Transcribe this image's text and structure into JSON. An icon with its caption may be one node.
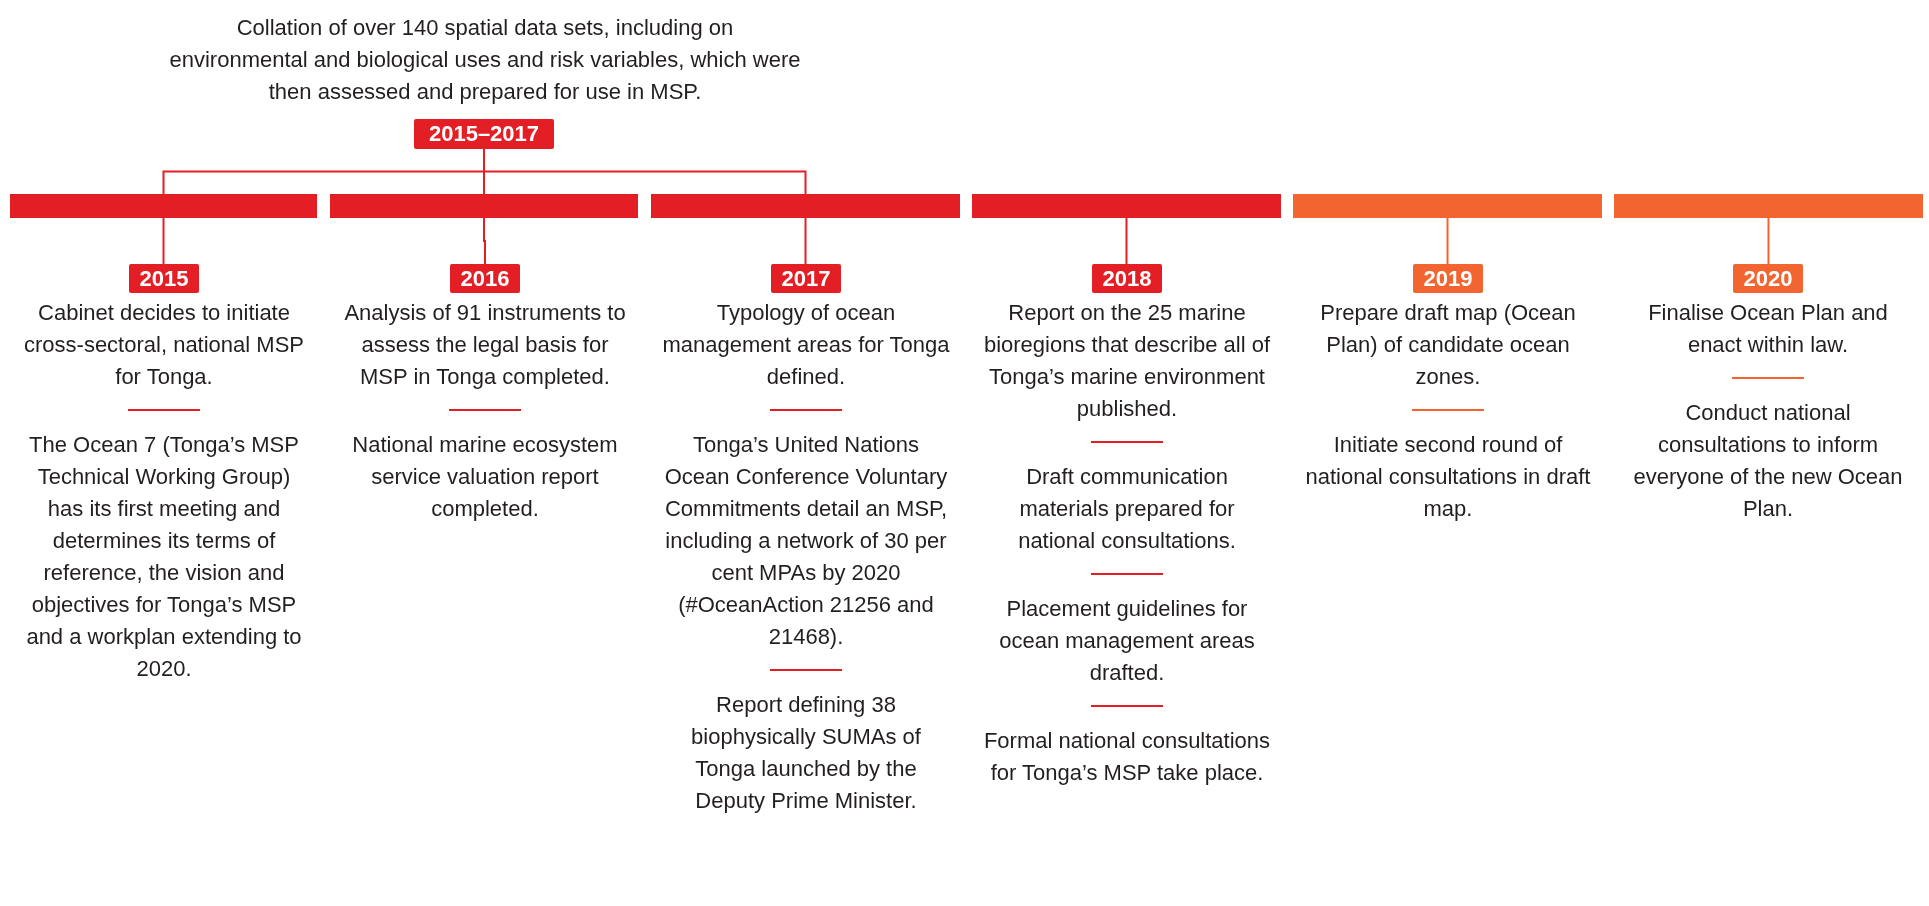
{
  "diagram": {
    "nodes": [
      {
        "text": [
          "2015–2017"
        ],
        "beside": [
          "Collation of over 140 spatial data sets, including on environmental and biological uses and risk variables, which were then assessed and prepared for use in MSP."
        ]
      },
      {
        "text": [],
        "shape": "bar"
      },
      {
        "text": [],
        "shape": "bar"
      },
      {
        "text": [],
        "shape": "bar"
      },
      {
        "text": [],
        "shape": "bar"
      },
      {
        "text": [],
        "shape": "bar"
      },
      {
        "text": [],
        "shape": "bar"
      },
      {
        "text": [
          "2015"
        ],
        "beside": [
          "Cabinet decides to initiate cross-sectoral, national MSP for Tonga.",
          "The Ocean 7 (Tonga’s MSP Technical Working Group) has its first meeting and determines its terms of reference, the vision and objectives for Tonga’s MSP and a workplan extending to 2020."
        ]
      },
      {
        "text": [
          "2016"
        ],
        "beside": [
          "Analysis of 91 instruments to assess the legal basis for MSP in Tonga completed.",
          "National marine ecosystem service valuation report completed."
        ]
      },
      {
        "text": [
          "2017"
        ],
        "beside": [
          "Typology of ocean management areas for Tonga defined.",
          "Tonga’s United Nations Ocean Conference Voluntary Commitments detail an MSP, including a network of 30 per cent MPAs by 2020 (#OceanAction 21256 and 21468).",
          "Report defining 38 biophysically SUMAs of Tonga launched by the Deputy Prime Minister."
        ]
      },
      {
        "text": [
          "2018"
        ],
        "beside": [
          "Report on the 25 marine bioregions that describe all of Tonga’s marine environment published.",
          "Draft communication materials prepared for national consultations.",
          "Placement guidelines for ocean management areas drafted.",
          "Formal national consultations for Tonga’s MSP take place."
        ]
      },
      {
        "text": [
          "2019"
        ],
        "beside": [
          "Prepare draft map (Ocean Plan) of candidate ocean zones.",
          "Initiate second round of national consultations in draft map."
        ]
      },
      {
        "text": [
          "2020"
        ],
        "beside": [
          "Finalise Ocean Plan and enact within law.",
          "Conduct national consultations to inform everyone of the new Ocean Plan."
        ]
      }
    ],
    "edges": [
      {
        "from": 0,
        "to": 1,
        "arrow": "none"
      },
      {
        "from": 0,
        "to": 2,
        "arrow": "none"
      },
      {
        "from": 0,
        "to": 3,
        "arrow": "none"
      },
      {
        "from": 1,
        "to": 7,
        "arrow": "none"
      },
      {
        "from": 2,
        "to": 8,
        "arrow": "none"
      },
      {
        "from": 3,
        "to": 9,
        "arrow": "none"
      },
      {
        "from": 4,
        "to": 10,
        "arrow": "none"
      },
      {
        "from": 5,
        "to": 11,
        "arrow": "none",
        "color": "#f26531"
      },
      {
        "from": 6,
        "to": 12,
        "arrow": "none",
        "color": "#f26531"
      }
    ]
  }
}
